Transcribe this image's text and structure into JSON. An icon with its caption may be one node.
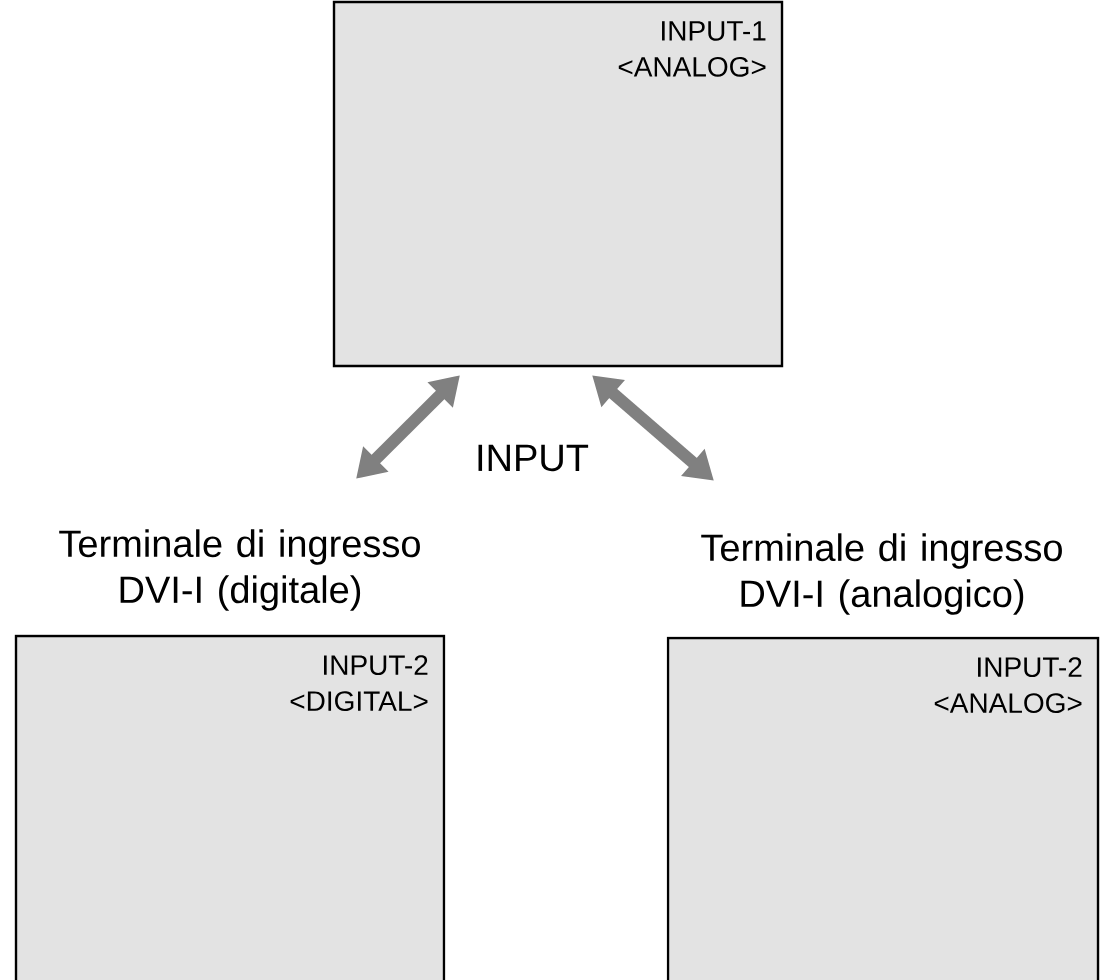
{
  "diagram": {
    "nodes": [
      {
        "text": [
          "INPUT-1 <ANALOG>"
        ]
      },
      {
        "text": [
          "Terminale di ingresso DVI-I (digitale)",
          "INPUT-2 <DIGITAL>"
        ]
      },
      {
        "text": [
          "Terminale di ingresso DVI-I (analogico)",
          "INPUT-2 <ANALOG>"
        ]
      }
    ],
    "edges": [
      {
        "from": 0,
        "to": 1,
        "arrow": "both"
      },
      {
        "from": 0,
        "to": 2,
        "arrow": "both"
      }
    ],
    "labels": [
      "INPUT"
    ]
  }
}
